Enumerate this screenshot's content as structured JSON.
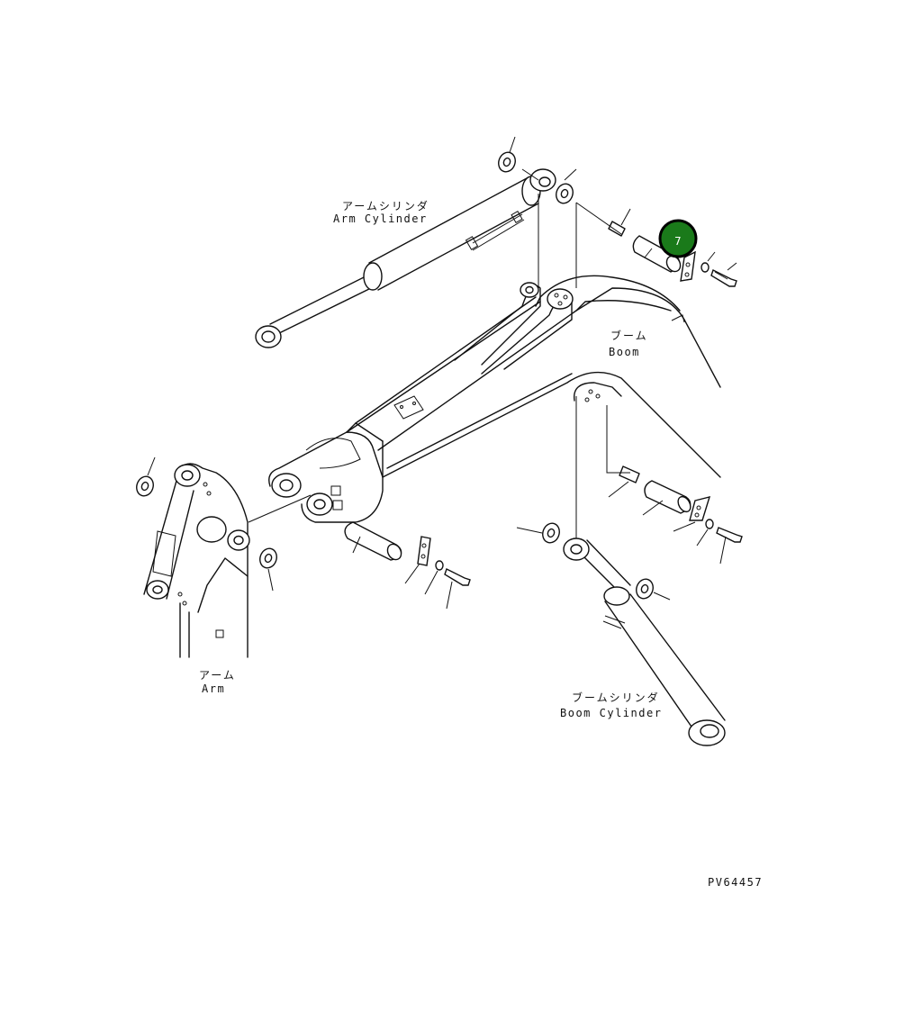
{
  "labels": {
    "arm_cylinder_jp": "アームシリンダ",
    "arm_cylinder_en": "Arm Cylinder",
    "boom_jp": "ブーム",
    "boom_en": "Boom",
    "arm_jp": "アーム",
    "arm_en": "Arm",
    "boom_cylinder_jp": "ブームシリンダ",
    "boom_cylinder_en": "Boom Cylinder"
  },
  "callout": {
    "number": "7",
    "fill_color": "#1a7a1a",
    "ring_color": "#000000"
  },
  "drawing_code": "PV64457"
}
